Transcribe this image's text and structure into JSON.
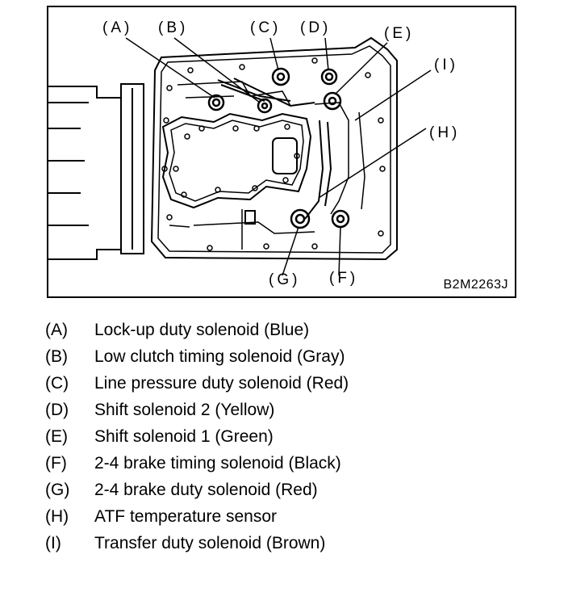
{
  "figure": {
    "code": "B2M2263J",
    "callouts": [
      "(A)",
      "(B)",
      "(C)",
      "(D)",
      "(E)",
      "(I)",
      "(H)",
      "(G)",
      "(F)"
    ]
  },
  "legend": [
    {
      "key": "(A)",
      "text": "Lock-up duty solenoid (Blue)"
    },
    {
      "key": "(B)",
      "text": "Low clutch timing solenoid (Gray)"
    },
    {
      "key": "(C)",
      "text": "Line pressure duty solenoid (Red)"
    },
    {
      "key": "(D)",
      "text": "Shift solenoid 2 (Yellow)"
    },
    {
      "key": "(E)",
      "text": "Shift solenoid 1 (Green)"
    },
    {
      "key": "(F)",
      "text": "2-4 brake timing solenoid (Black)"
    },
    {
      "key": "(G)",
      "text": "2-4 brake duty solenoid (Red)"
    },
    {
      "key": "(H)",
      "text": "ATF temperature sensor"
    },
    {
      "key": "(I)",
      "text": "Transfer duty solenoid (Brown)"
    }
  ]
}
